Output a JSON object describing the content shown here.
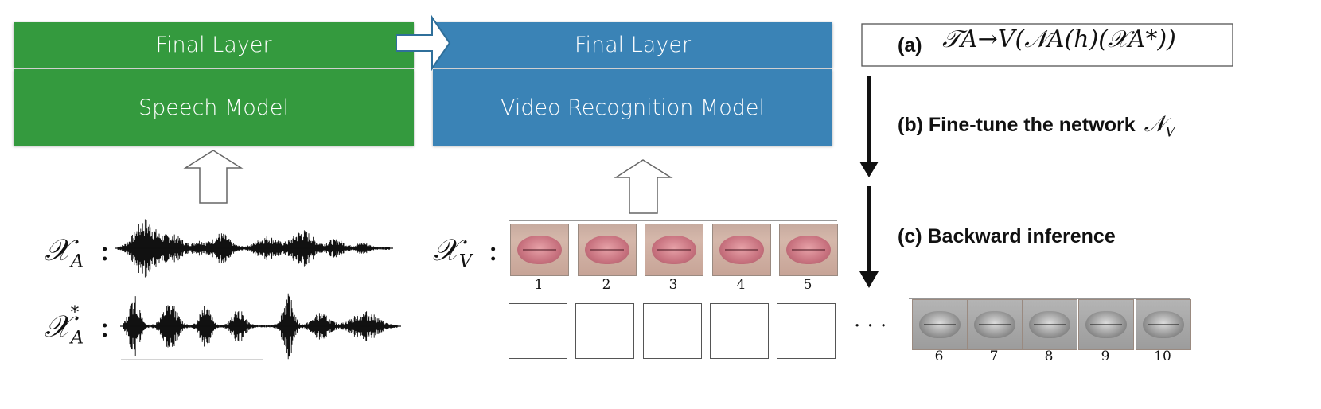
{
  "speech_block": {
    "top": "Final Layer",
    "bottom": "Speech Model",
    "color": "#349a3e"
  },
  "video_block": {
    "top": "Final Layer",
    "bottom": "Video Recognition Model",
    "color": "#3a83b6"
  },
  "labels": {
    "xa": "𝒳",
    "xa_sub": "A",
    "xa_star_sub": "A",
    "xv_sub": "V",
    "colon": ":",
    "ellipsis": "· · ·"
  },
  "steps": {
    "a_label": "(a)",
    "a_formula": "𝒯A→V(𝒩A(h)(𝒳A*))",
    "b_label": "(b) Fine-tune the network",
    "b_symbol": "𝒩",
    "b_symbol_sub": "V",
    "c_label": "(c) Backward inference"
  },
  "top_frames": [
    "1",
    "2",
    "3",
    "4",
    "5"
  ],
  "bottom_frames": [
    "6",
    "7",
    "8",
    "9",
    "10"
  ],
  "icons": [
    "up-arrow-icon",
    "right-arrow-icon",
    "down-arrow-icon",
    "waveform-icon",
    "lip-frame-icon"
  ]
}
